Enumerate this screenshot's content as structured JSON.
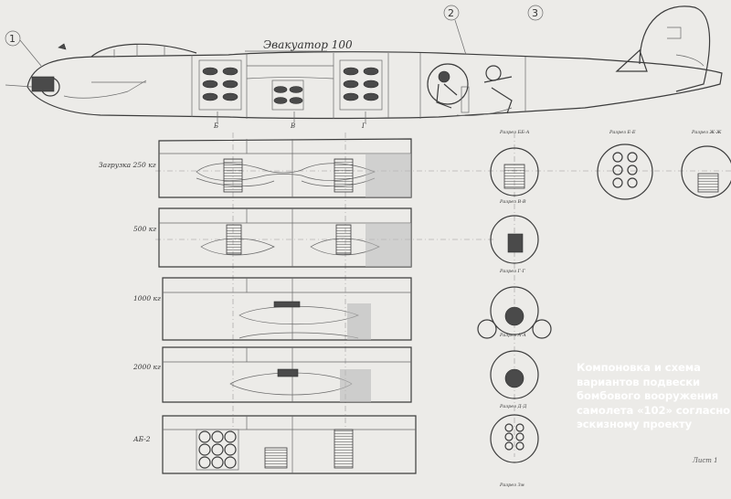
{
  "callouts": [
    "1",
    "2",
    "3"
  ],
  "fuselage_label": "Эвакуатор 100",
  "row_labels": [
    "Загрузка 250 кг",
    "500 кг",
    "1000 кг",
    "2000 кг",
    "АБ-2"
  ],
  "section_labels": [
    "Разрез ББ-А",
    "Разрез В-В",
    "Разрез Г-Г",
    "Разрез А-А",
    "Разрез Д-Д",
    "Разрез Е-Е",
    "Разрез Ж-Ж",
    "Разрез Зм"
  ],
  "caption": {
    "lines": [
      "Компоновка и схема",
      "вариантов подвески",
      "бомбового вооружения",
      "самолета «102» согласно",
      "эскизному проекту"
    ]
  },
  "sheet_number": "Лист 1"
}
